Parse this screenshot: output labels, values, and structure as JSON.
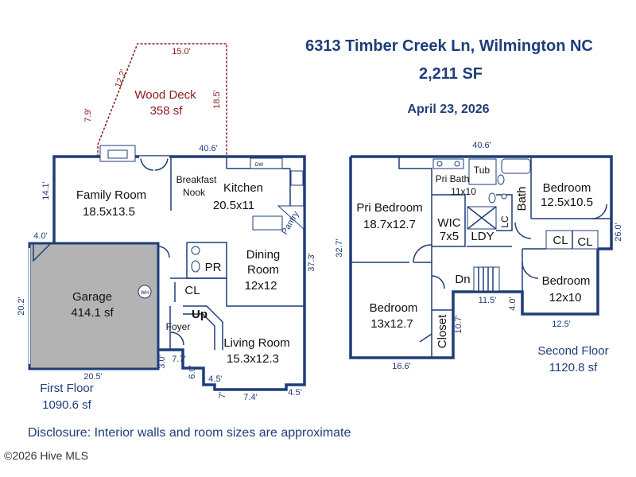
{
  "header": {
    "address": "6313 Timber Creek Ln, Wilmington NC",
    "total_sf": "2,211 SF",
    "date": "April 23, 2026"
  },
  "first_floor": {
    "label": "First Floor",
    "sf": "1090.6 sf",
    "deck": {
      "name": "Wood Deck",
      "sf": "358 sf",
      "dims": [
        "15.0'",
        "12.2'",
        "7.9'",
        "18.5'"
      ]
    },
    "rooms": {
      "family_room": {
        "name": "Family Room",
        "size": "18.5x13.5"
      },
      "breakfast_nook": {
        "name1": "Breakfast",
        "name2": "Nook"
      },
      "kitchen": {
        "name": "Kitchen",
        "size": "20.5x11"
      },
      "pantry": "Pantry",
      "dining_room": {
        "name1": "Dining",
        "name2": "Room",
        "size": "12x12"
      },
      "pr": "PR",
      "cl": "CL",
      "up": "Up",
      "foyer": "Foyer",
      "living_room": {
        "name": "Living Room",
        "size": "15.3x12.3"
      },
      "garage": {
        "name": "Garage",
        "sf": "414.1 sf"
      },
      "wh": "WH",
      "dw": "DW"
    },
    "dims": {
      "top": "40.6'",
      "left": "14.1'",
      "ledge": "4.0'",
      "garage_side": "20.2'",
      "garage_bottom": "20.5'",
      "right": "37.3'",
      "foyer_h": "3.0'",
      "foyer_w": "7.7'",
      "step_h": "6.0'",
      "step_w": "4.5'",
      "bay_h": "7'",
      "bay_w": "7.4'",
      "bay_r": "4.5'"
    }
  },
  "second_floor": {
    "label": "Second Floor",
    "sf": "1120.8 sf",
    "rooms": {
      "pri_bedroom": {
        "name": "Pri Bedroom",
        "size": "18.7x12.7"
      },
      "pri_bath": {
        "name": "Pri Bath",
        "size": "11x10"
      },
      "tub": "Tub",
      "wic": {
        "name": "WIC",
        "size": "7x5"
      },
      "lc": "LC",
      "ldy": "LDY",
      "bath": "Bath",
      "bedroom_ne": {
        "name": "Bedroom",
        "size": "12.5x10.5"
      },
      "cl1": "CL",
      "cl2": "CL",
      "bedroom_se": {
        "name": "Bedroom",
        "size": "12x10"
      },
      "dn": "Dn",
      "bedroom_sw": {
        "name": "Bedroom",
        "size": "13x12.7"
      },
      "closet": "Closet"
    },
    "dims": {
      "top": "40.6'",
      "left": "32.7'",
      "right": "26.0'",
      "bottom_left": "16.6'",
      "closet_h": "10.7'",
      "stair_w": "11.5'",
      "step_h": "4.0'",
      "bottom_right": "12.5'"
    }
  },
  "footer": {
    "disclosure": "Disclosure: Interior walls and room sizes are approximate",
    "copyright": "©2026 Hive MLS"
  },
  "colors": {
    "wall": "#1f3d7a",
    "deck": "#8b1a1a",
    "garage": "#b3b3b3"
  }
}
